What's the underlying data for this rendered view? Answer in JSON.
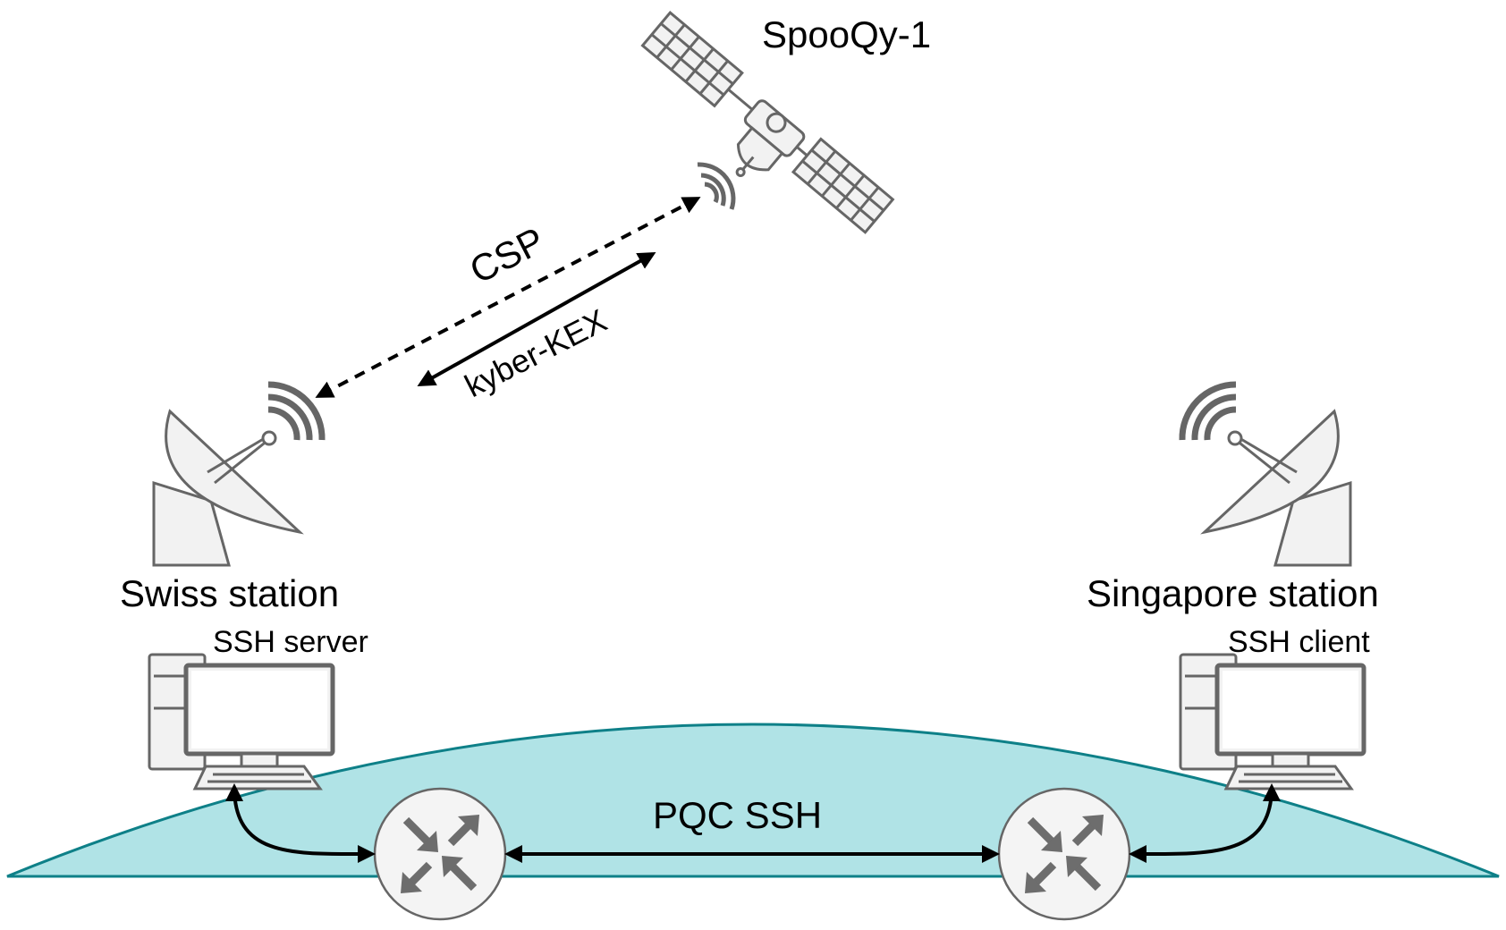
{
  "labels": {
    "satellite": "SpooQy-1",
    "csp": "CSP",
    "kex": "kyber-KEX",
    "swiss_station": "Swiss station",
    "swiss_role": "SSH server",
    "singapore_station": "Singapore station",
    "singapore_role": "SSH client",
    "link": "PQC SSH"
  },
  "colors": {
    "earth_fill": "#b0e3e6",
    "earth_stroke": "#0e8088",
    "icon_stroke": "#666666",
    "icon_fill": "#f2f2f2",
    "router_fill": "#f4f4f4",
    "arrow": "#000000"
  },
  "icons": [
    "satellite-icon",
    "satellite-dish-icon",
    "desktop-computer-icon",
    "router-icon"
  ]
}
